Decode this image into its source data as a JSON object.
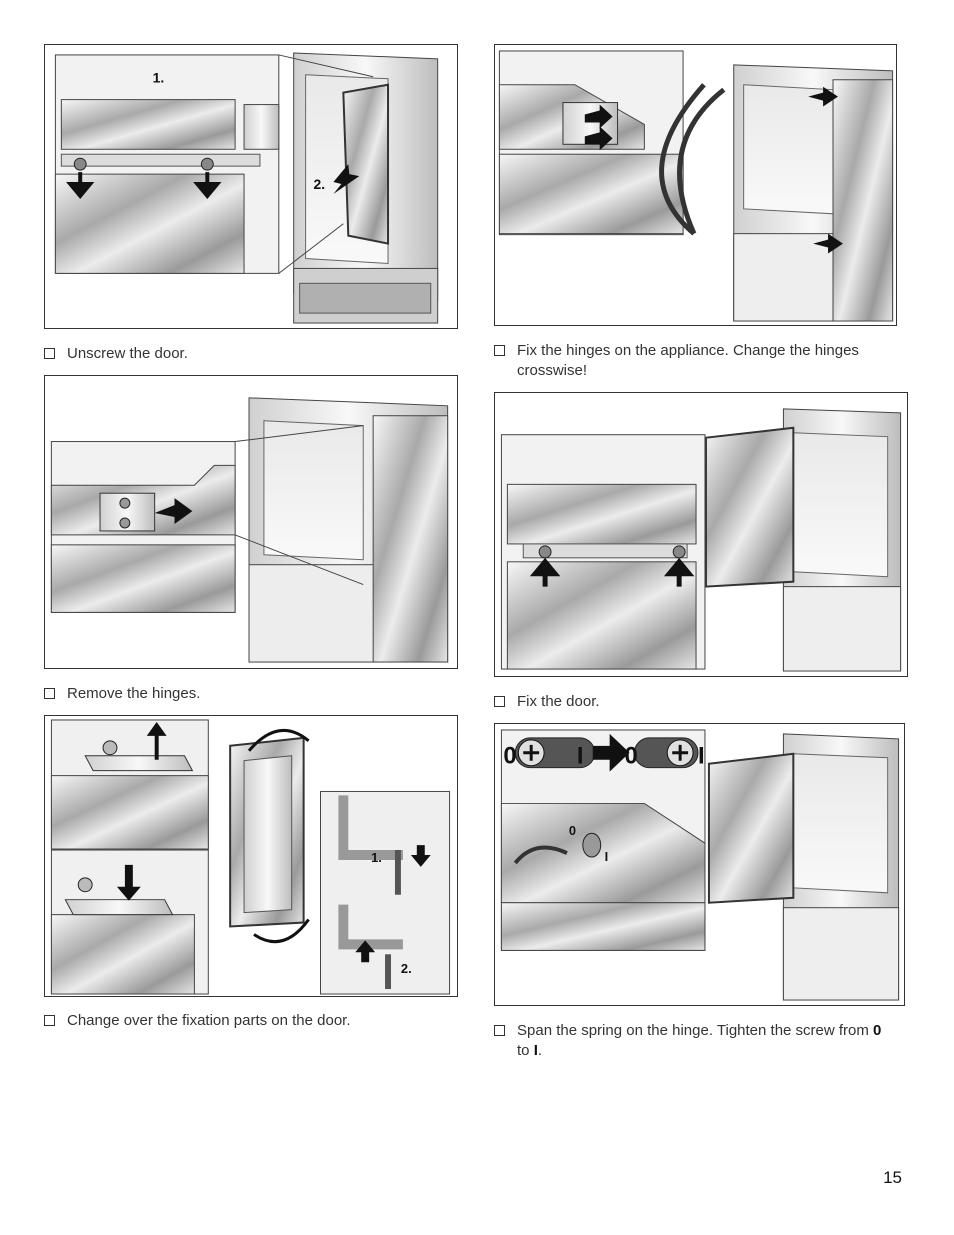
{
  "steps": [
    {
      "text": "Unscrew the door."
    },
    {
      "text": "Remove the hinges."
    },
    {
      "text": "Change over the fixation parts on the door."
    },
    {
      "text": "Fix the hinges on the appliance. Change the hinges crosswise!"
    },
    {
      "text": "Fix the door."
    },
    {
      "text_before": "Span the spring on the hinge. Tighten the screw from ",
      "from_value": "0",
      "text_mid": " to ",
      "to_value": "I",
      "text_after": "."
    }
  ],
  "figure_labels": {
    "fig1": {
      "step1": "1.",
      "step2": "2."
    },
    "fig3": {
      "step1": "1.",
      "step2": "2."
    },
    "fig6": {
      "left_zero": "0",
      "left_one": "I",
      "right_zero": "0",
      "right_one": "I",
      "dial_zero": "0",
      "dial_one": "I"
    }
  },
  "page_number": "15",
  "colors": {
    "border": "#333333",
    "steel_light": "#f4f4f4",
    "steel_dark": "#8c8c8c",
    "arrow": "#111111"
  }
}
